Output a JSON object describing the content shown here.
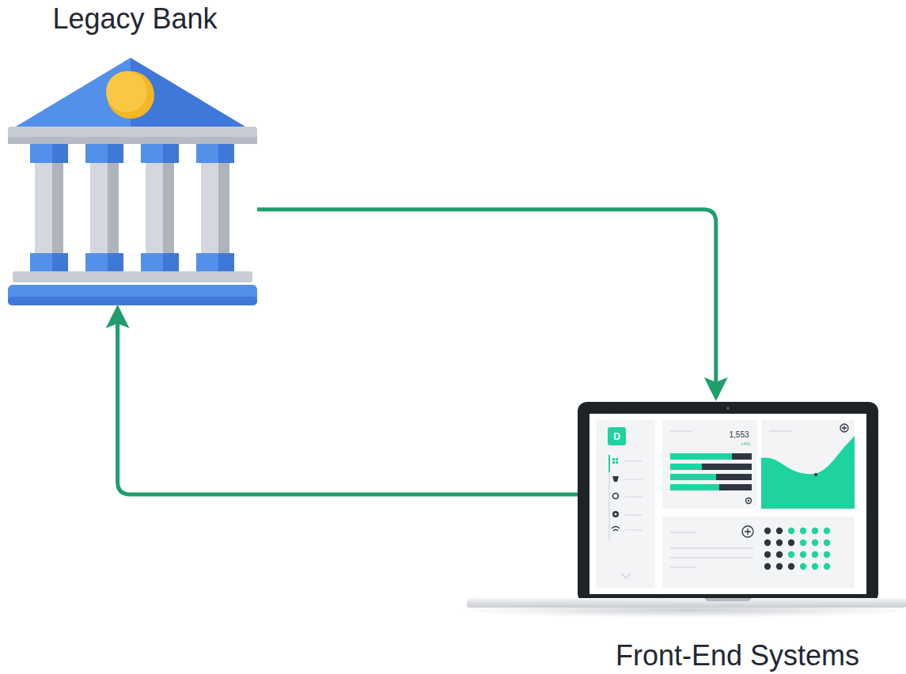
{
  "diagram": {
    "nodes": [
      {
        "text": [
          "Legacy Bank"
        ]
      },
      {
        "text": [
          "Front-End Systems"
        ]
      }
    ],
    "edges": [
      {
        "from": 0,
        "to": 1,
        "arrow": "to"
      },
      {
        "from": 1,
        "to": 0,
        "arrow": "to"
      }
    ],
    "labels": [
      "D",
      "1,553",
      "+4%"
    ]
  }
}
